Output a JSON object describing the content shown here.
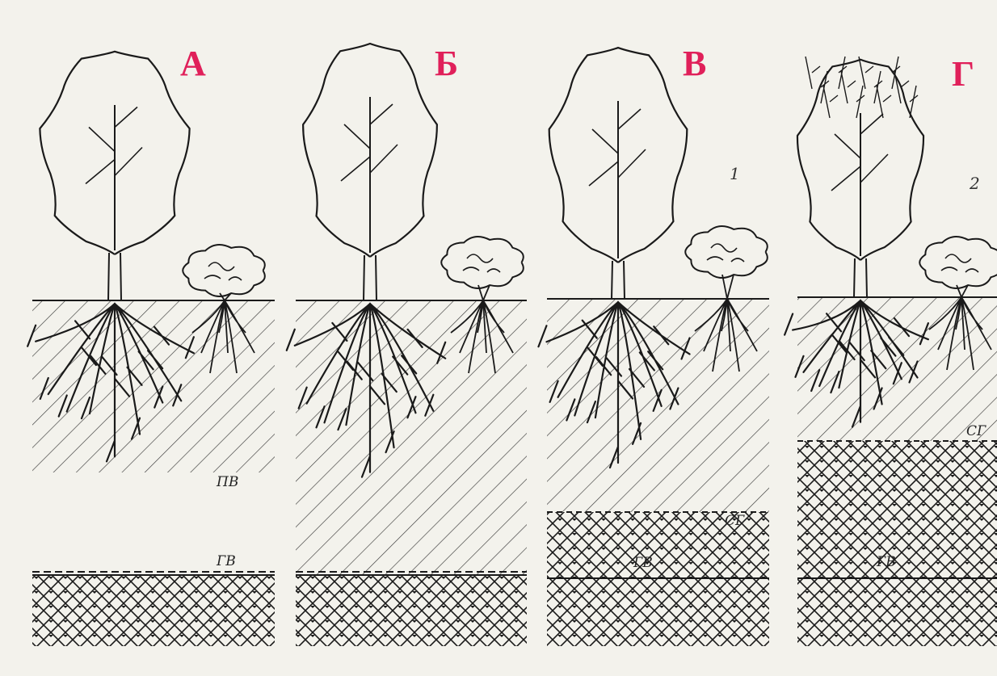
{
  "colors": {
    "paper": "#f3f2ec",
    "ink": "#1a1a1a",
    "letter": "#e0205a"
  },
  "panels": [
    {
      "letter": "А",
      "labels": {
        "upper": "ПВ",
        "lower": "ГВ"
      }
    },
    {
      "letter": "Б",
      "labels": {}
    },
    {
      "letter": "В",
      "number": "1",
      "labels": {
        "upper": "СГ",
        "lower": "ГВ"
      }
    },
    {
      "letter": "Г",
      "number": "2",
      "labels": {
        "upper": "СГ",
        "lower": "ГВ"
      }
    }
  ],
  "icons": [
    "tree-icon",
    "shrub-icon",
    "root-system-icon"
  ]
}
